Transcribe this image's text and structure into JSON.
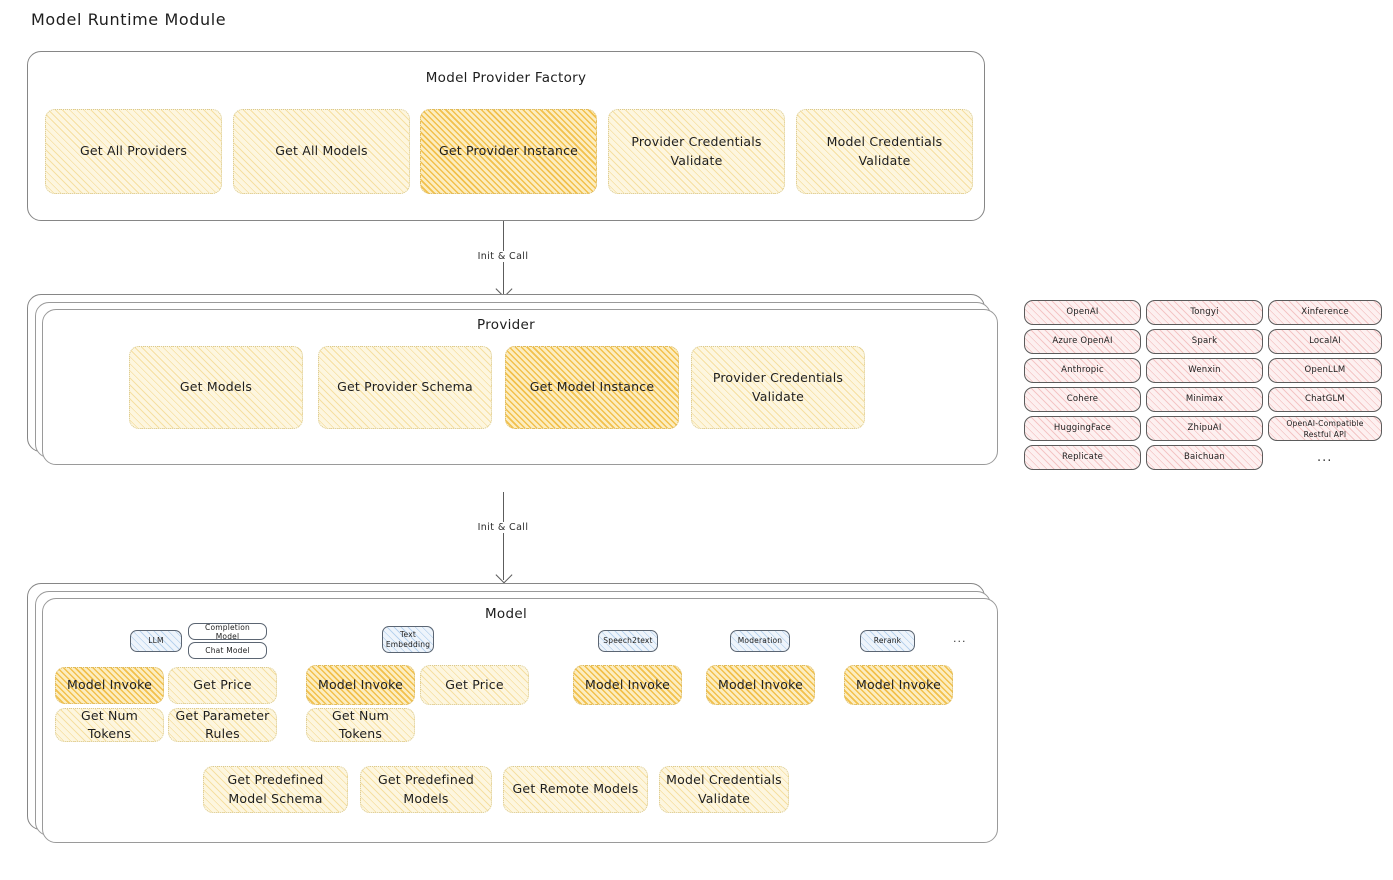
{
  "page": {
    "title": "Model Runtime Module"
  },
  "colors": {
    "accent_amber": "#f0cd6e",
    "accent_amber_highlight": "#f0b937",
    "accent_pink": "#e89191",
    "accent_blue": "#78aadc",
    "stroke": "#5c5c5c",
    "background": "#ffffff"
  },
  "factory": {
    "title": "Model Provider Factory",
    "nodes": [
      {
        "label": "Get All Providers",
        "highlighted": false
      },
      {
        "label": "Get All Models",
        "highlighted": false
      },
      {
        "label": "Get Provider Instance",
        "highlighted": true
      },
      {
        "label": "Provider Credentials Validate",
        "highlighted": false
      },
      {
        "label": "Model Credentials Validate",
        "highlighted": false
      }
    ]
  },
  "arrow_factory_to_provider": {
    "label": "Init & Call"
  },
  "provider": {
    "title": "Provider",
    "nodes": [
      {
        "label": "Get Models",
        "highlighted": false
      },
      {
        "label": "Get Provider Schema",
        "highlighted": false
      },
      {
        "label": "Get Model Instance",
        "highlighted": true
      },
      {
        "label": "Provider Credentials Validate",
        "highlighted": false
      }
    ]
  },
  "provider_list": {
    "columns": [
      {
        "items": [
          "OpenAI",
          "Azure OpenAI",
          "Anthropic",
          "Cohere",
          "HuggingFace",
          "Replicate"
        ]
      },
      {
        "items": [
          "Tongyi",
          "Spark",
          "Wenxin",
          "Minimax",
          "ZhipuAI",
          "Baichuan"
        ]
      },
      {
        "items": [
          "Xinference",
          "LocalAI",
          "OpenLLM",
          "ChatGLM",
          "OpenAI-Compatible Restful API"
        ]
      }
    ],
    "more": "..."
  },
  "arrow_provider_to_model": {
    "label": "Init & Call"
  },
  "model": {
    "title": "Model",
    "more": "...",
    "types": [
      {
        "name": "LLM",
        "subtypes": [
          "Completion Model",
          "Chat Model"
        ],
        "methods": [
          {
            "label": "Model Invoke",
            "highlighted": true
          },
          {
            "label": "Get Price",
            "highlighted": false
          },
          {
            "label": "Get Num Tokens",
            "highlighted": false
          },
          {
            "label": "Get Parameter Rules",
            "highlighted": false
          }
        ]
      },
      {
        "name": "Text Embedding",
        "subtypes": [],
        "methods": [
          {
            "label": "Model Invoke",
            "highlighted": true
          },
          {
            "label": "Get Price",
            "highlighted": false
          },
          {
            "label": "Get Num Tokens",
            "highlighted": false
          }
        ]
      },
      {
        "name": "Speech2text",
        "subtypes": [],
        "methods": [
          {
            "label": "Model Invoke",
            "highlighted": true
          }
        ]
      },
      {
        "name": "Moderation",
        "subtypes": [],
        "methods": [
          {
            "label": "Model Invoke",
            "highlighted": true
          }
        ]
      },
      {
        "name": "Rerank",
        "subtypes": [],
        "methods": [
          {
            "label": "Model Invoke",
            "highlighted": true
          }
        ]
      }
    ],
    "common_methods": [
      {
        "label": "Get Predefined Model Schema",
        "highlighted": false
      },
      {
        "label": "Get Predefined Models",
        "highlighted": false
      },
      {
        "label": "Get Remote Models",
        "highlighted": false
      },
      {
        "label": "Model Credentials Validate",
        "highlighted": false
      }
    ]
  }
}
